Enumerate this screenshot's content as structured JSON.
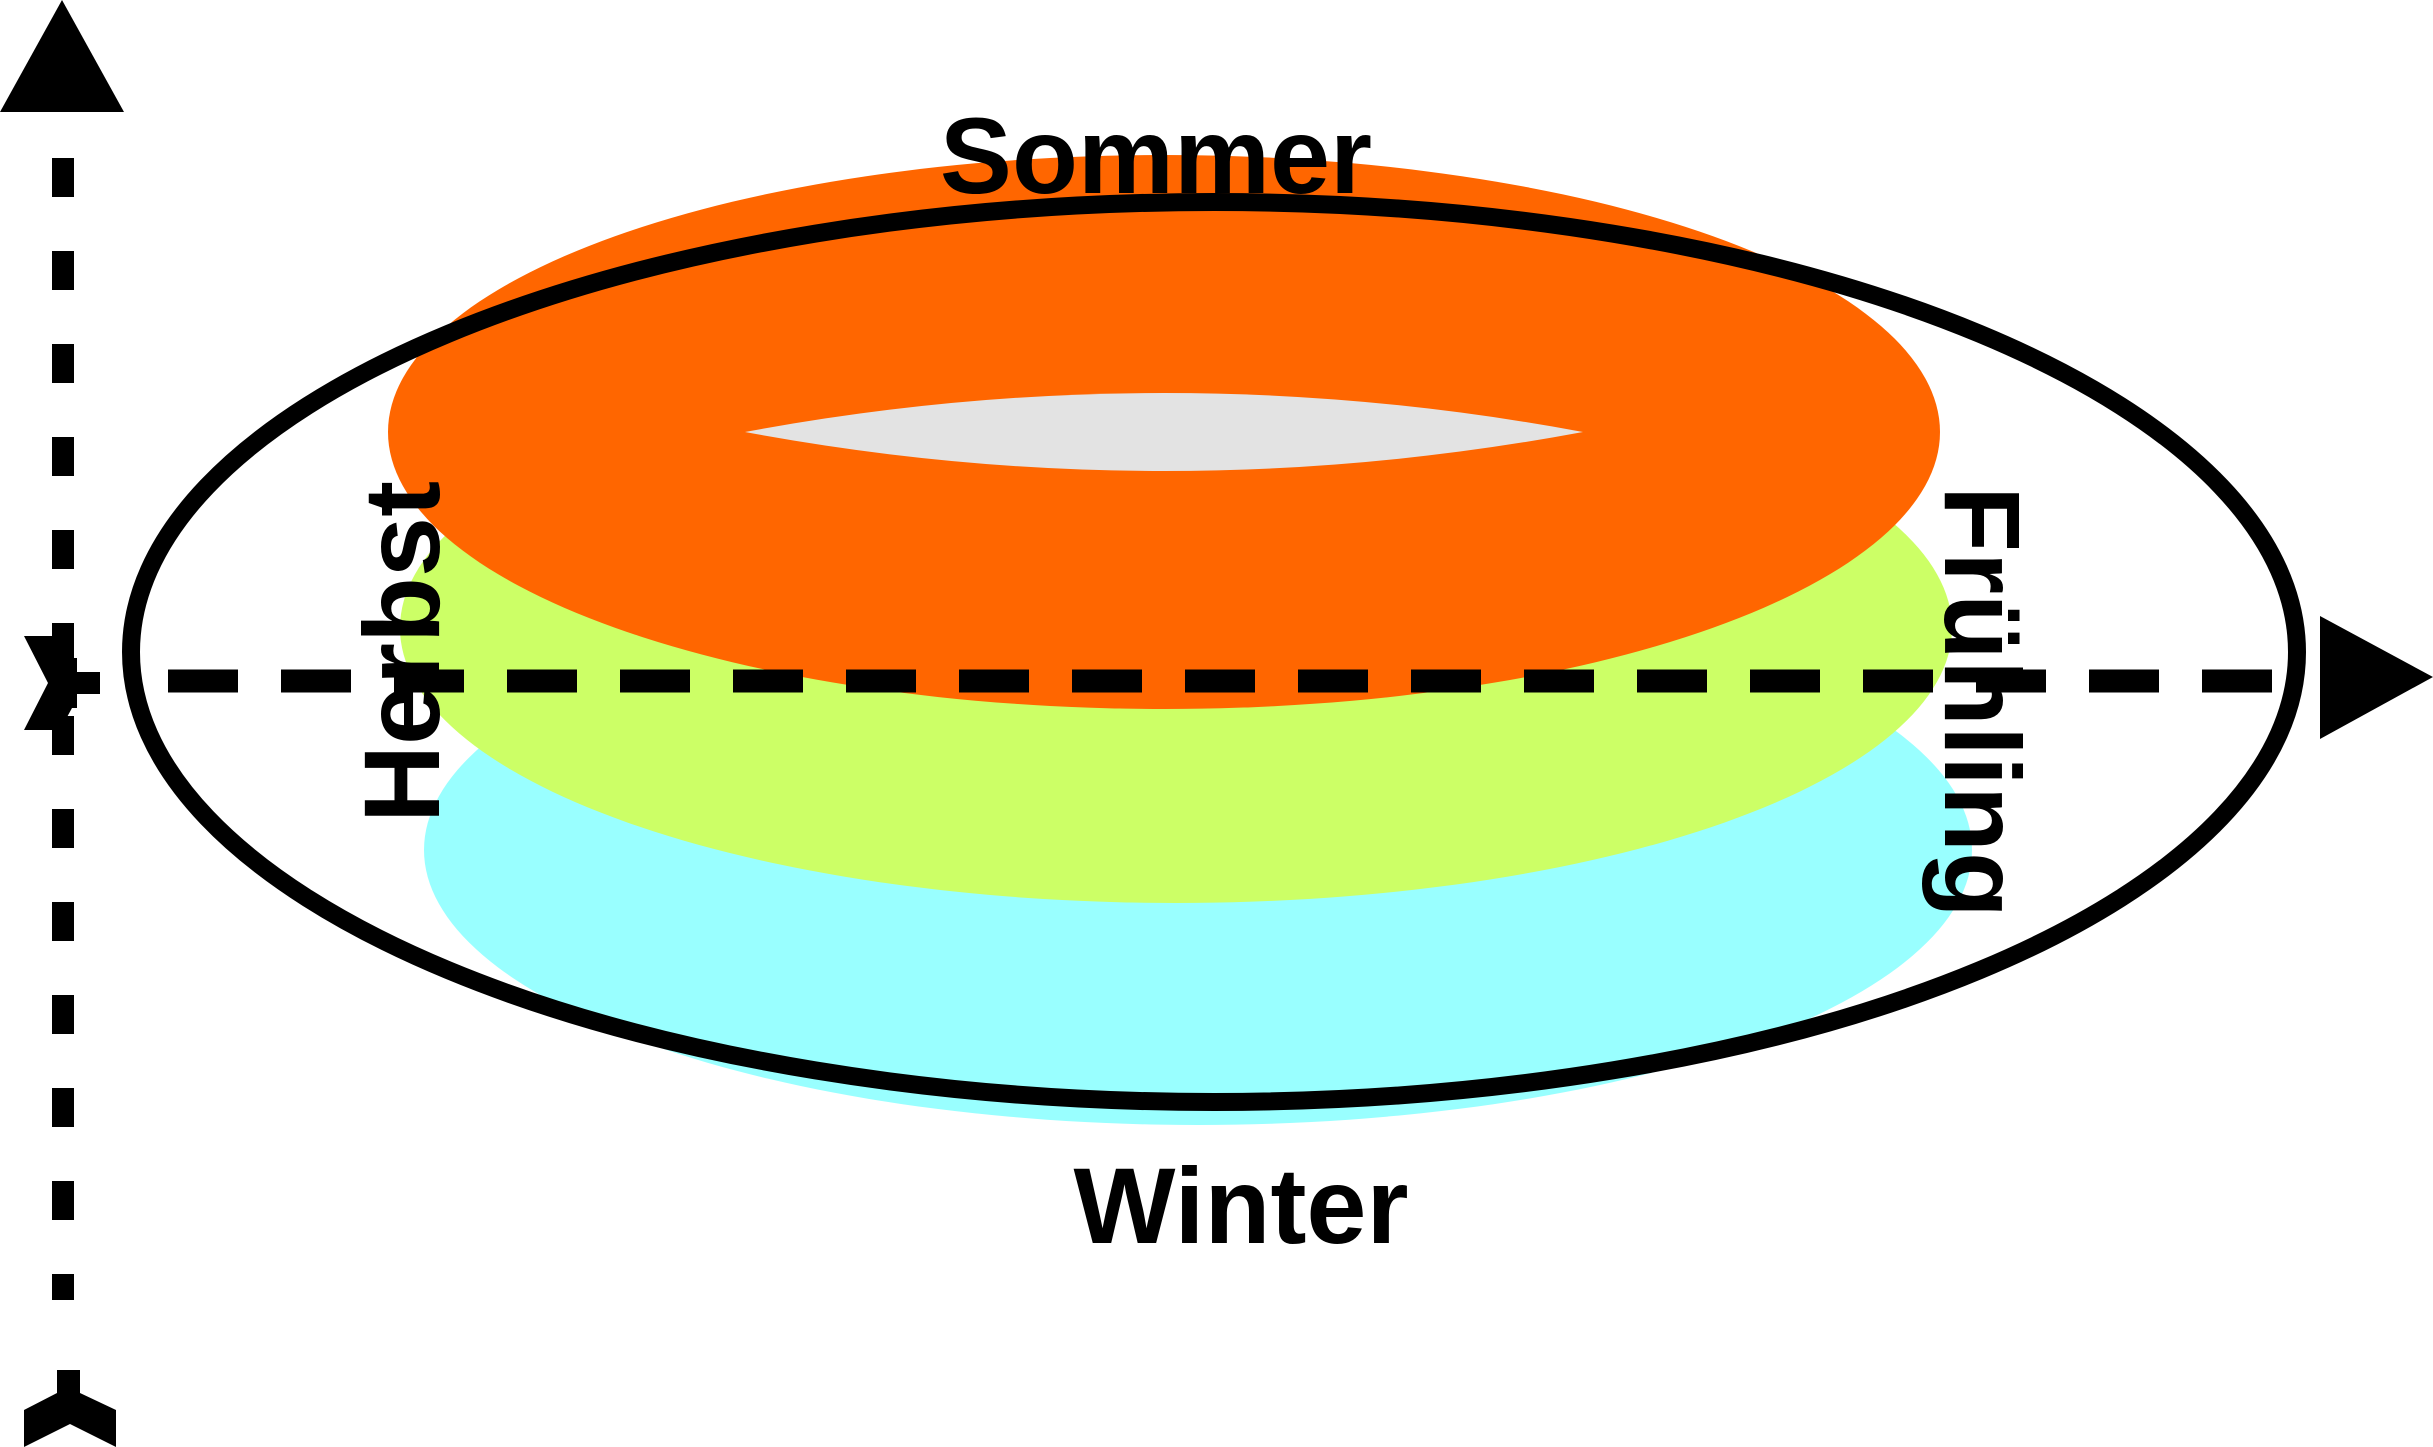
{
  "labels": {
    "top": "Sommer",
    "bottom": "Winter",
    "left": "Herbst",
    "right": "Frühling"
  },
  "colors": {
    "summer": "#ff6600",
    "spring": "#ccff66",
    "winter": "#99ffff",
    "hole": "#e3e3e3",
    "outline": "#000000"
  }
}
